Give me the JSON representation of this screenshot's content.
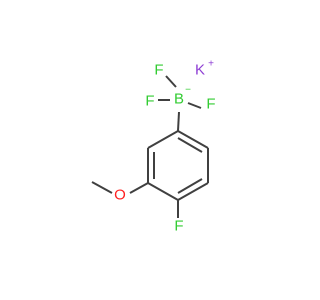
{
  "colors": {
    "background": "#ffffff",
    "bond": "#404040",
    "fluorine": "#33cc33",
    "boron": "#33cc33",
    "potassium": "#8f40d4",
    "oxygen": "#ff2020"
  },
  "atoms": {
    "potassium": "K",
    "potassium_charge": "+",
    "fluorine_top": "F",
    "fluorine_left": "F",
    "fluorine_right": "F",
    "boron": "B",
    "boron_charge": "−",
    "oxygen": "O",
    "fluorine_bottom": "F"
  }
}
